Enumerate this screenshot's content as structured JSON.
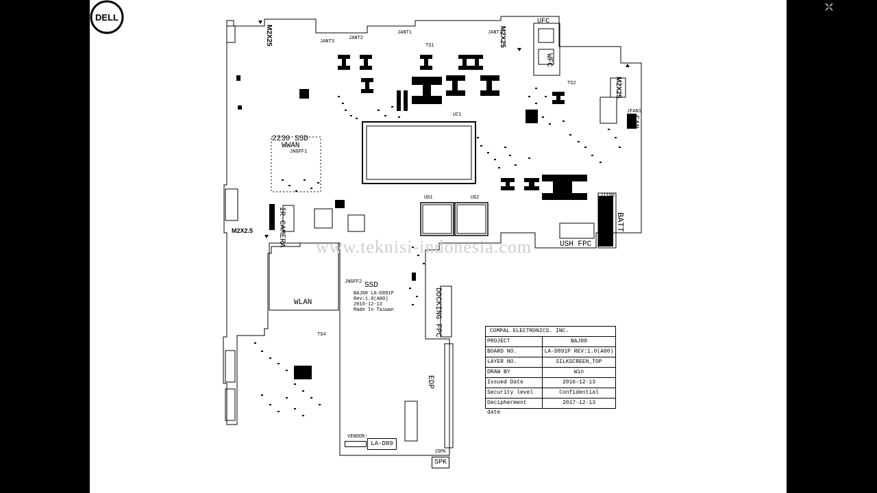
{
  "viewer": {
    "close_icon": "close-icon"
  },
  "board": {
    "labels": {
      "m2x25_tl": "M2X25",
      "m2x25_tr": "M2X25",
      "m2x25_r": "M2X25",
      "m2x25_l": "M2X2.5",
      "ufc": "UFC",
      "wfc": "WFC",
      "fan": "FAN",
      "batt": "BATT",
      "ush_fpc": "USH FPC",
      "ssd_2230": "2230 SSD",
      "wwan": "WWAN",
      "ir_camera": "IR CAMERA",
      "wlan": "WLAN",
      "ssd": "SSD",
      "docking_fpc": "DOCKING FPC",
      "edp": "EDP",
      "vendor": "VENDOR:",
      "la_d89": "LA-D89",
      "spk": "SPK",
      "jspk": "JSPK",
      "jant1": "JANT1",
      "jant2": "JANT2",
      "jant3": "JANT3",
      "jant7": "JANT7",
      "jbatt": "JT100",
      "jfan1": "JFAN1",
      "jngff1": "JNGFF1",
      "jngff2": "JNGFF2",
      "ts1": "TS1",
      "ts2": "TS2",
      "ts4": "TS4",
      "uc1": "UC1",
      "ug1": "UG1",
      "ug2": "UG2"
    },
    "info_lines": [
      "BAJ00 LA-D891P",
      "Rev:1.0(A00)",
      "2016-12-13",
      "Made In Taiwan"
    ],
    "logo": "DELL",
    "watermark": "www.teknisi-indonesia.com"
  },
  "title_block": {
    "header": "COMPAL ELECTRONICS. INC.",
    "rows": [
      {
        "key": "PROJECT",
        "value": "BAJ00"
      },
      {
        "key": "BOARD NO.",
        "value": "LA-D891P REV:1.0(A00)"
      },
      {
        "key": "LAYER NO.",
        "value": "SILKSCREEN_TOP"
      },
      {
        "key": "DRAW BY",
        "value": "Win"
      },
      {
        "key": "Issued Date",
        "value": "2016-12-13"
      },
      {
        "key": "Security level",
        "value": "Confidential"
      },
      {
        "key": "Decipherment date",
        "value": "2017-12-13"
      }
    ]
  }
}
